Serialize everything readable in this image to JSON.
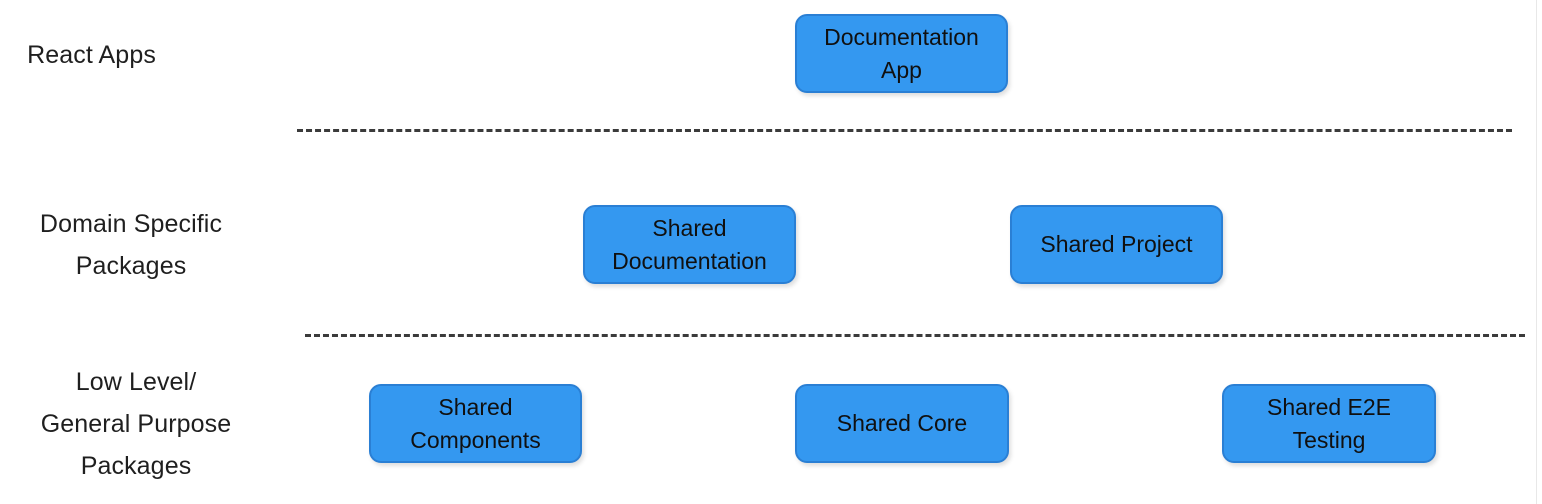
{
  "diagram": {
    "type": "layered-architecture",
    "background_color": "#ffffff",
    "node_fill_color": "#3498f0",
    "node_border_color": "#2a7fd4",
    "node_text_color": "#101010",
    "divider_color": "#3b3b3b",
    "label_text_color": "#1f1f1f",
    "tiers": [
      {
        "id": "react-apps",
        "label": "React Apps",
        "nodes": [
          {
            "id": "documentation-app",
            "label": "Documentation\nApp"
          }
        ]
      },
      {
        "id": "domain-specific-packages",
        "label": "Domain Specific\nPackages",
        "nodes": [
          {
            "id": "shared-documentation",
            "label": "Shared\nDocumentation"
          },
          {
            "id": "shared-project",
            "label": "Shared Project"
          }
        ]
      },
      {
        "id": "low-level-general-purpose-packages",
        "label": "Low Level/\nGeneral Purpose\nPackages",
        "nodes": [
          {
            "id": "shared-components",
            "label": "Shared\nComponents"
          },
          {
            "id": "shared-core",
            "label": "Shared Core"
          },
          {
            "id": "shared-e2e-testing",
            "label": "Shared E2E\nTesting"
          }
        ]
      }
    ],
    "dividers": [
      {
        "id": "divider-apps-domain"
      },
      {
        "id": "divider-domain-lowlevel"
      }
    ]
  }
}
